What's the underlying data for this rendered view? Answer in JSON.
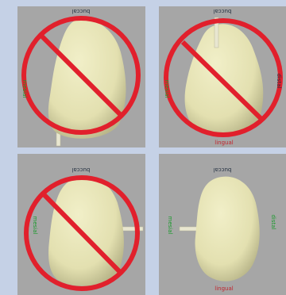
{
  "panels": [
    {
      "id": "top-left",
      "labels": {
        "top": "buccal",
        "left": "mesial",
        "right": "",
        "bottom": ""
      },
      "crossed": true
    },
    {
      "id": "top-right",
      "labels": {
        "top": "buccal",
        "left": "mesial",
        "right": "distal",
        "bottom": "lingual"
      },
      "crossed": true
    },
    {
      "id": "bottom-left",
      "labels": {
        "top": "buccal",
        "left": "mesial",
        "right": "",
        "bottom": ""
      },
      "crossed": true
    },
    {
      "id": "bottom-right",
      "labels": {
        "top": "buccal",
        "left": "mesial",
        "right": "distal",
        "bottom": "lingual"
      },
      "crossed": false
    }
  ],
  "colors": {
    "background": "#c5d1e6",
    "panel": "#a6a6a6",
    "tooth": "#e6e3b5",
    "prohibition": "#e1202c",
    "label_red": "#c0242e",
    "label_green": "#1c9a2e"
  }
}
